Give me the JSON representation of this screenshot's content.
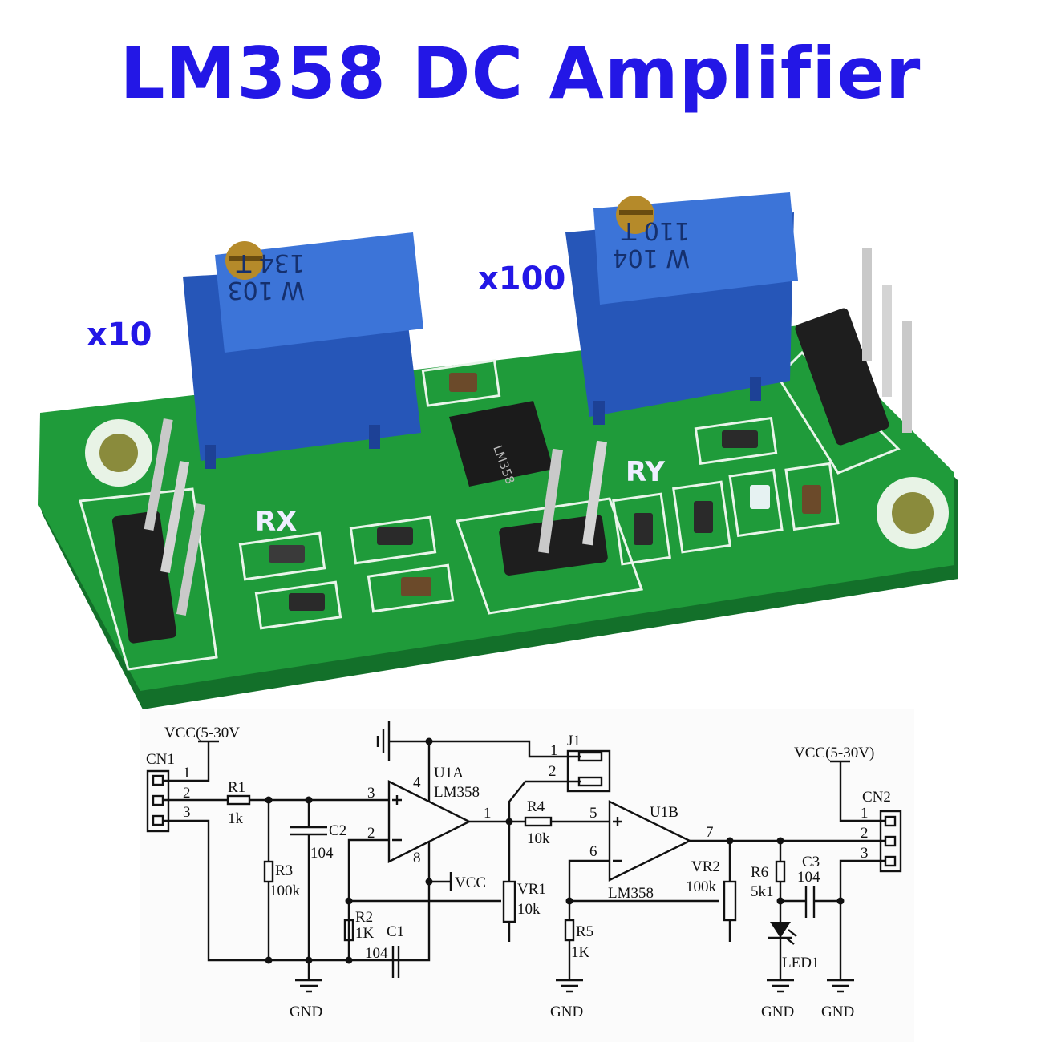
{
  "title": "LM358 DC Amplifier",
  "gain_labels": {
    "left": "x10",
    "right": "x100"
  },
  "colors": {
    "title": "#2317e6",
    "pcb": "#1f9b3a",
    "pot": "#2f62c8",
    "silkscreen": "#ffffff"
  },
  "pcb": {
    "pot_left_marking": [
      "W 103",
      "134 T"
    ],
    "pot_right_marking": [
      "W 104",
      "110 T"
    ],
    "chip_marking": "LM358",
    "silk_rx": "RX",
    "silk_ry": "RY"
  },
  "schematic": {
    "vcc_left": "VCC(5-30V",
    "cn1": "CN1",
    "cn1_pins": [
      "1",
      "2",
      "3"
    ],
    "r1": "R1",
    "r1_val": "1k",
    "r3": "R3",
    "r3_val": "100k",
    "c2": "C2",
    "c2_val": "104",
    "u1a": "U1A",
    "u1a_part": "LM358",
    "u1a_pins": {
      "in_plus": "3",
      "in_minus": "2",
      "out": "1",
      "v_plus": "4",
      "v_minus": "8"
    },
    "vcc": "VCC",
    "r2": "R2",
    "r2_val": "1K",
    "c1": "C1",
    "c1_val": "104",
    "j1": "J1",
    "j1_pins": [
      "1",
      "2"
    ],
    "r4": "R4",
    "r4_val": "10k",
    "vr1": "VR1",
    "vr1_val": "10k",
    "u1b": "U1B",
    "u1b_part": "LM358",
    "u1b_pins": {
      "in_plus": "5",
      "in_minus": "6",
      "out": "7"
    },
    "r5": "R5",
    "r5_val": "1K",
    "vr2": "VR2",
    "vr2_val": "100k",
    "r6": "R6",
    "r6_val": "5k1",
    "c3": "C3",
    "c3_val": "104",
    "led": "LED1",
    "vcc_right": "VCC(5-30V)",
    "cn2": "CN2",
    "cn2_pins": [
      "1",
      "2",
      "3"
    ],
    "gnd": "GND"
  }
}
